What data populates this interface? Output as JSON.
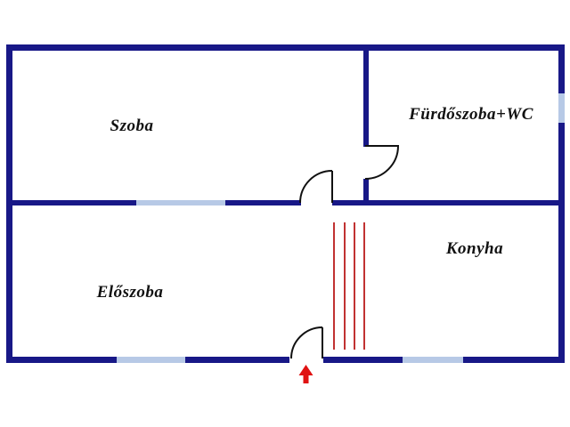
{
  "floorplan": {
    "rooms": [
      {
        "label": "Szoba"
      },
      {
        "label": "Fürdőszoba+WC"
      },
      {
        "label": "Konyha"
      },
      {
        "label": "Előszoba"
      }
    ],
    "features": {
      "doors_count": 3,
      "windows_count": 4,
      "divider_lines_count": 4
    },
    "icons": {
      "entrance_arrow": "up-arrow-icon"
    },
    "colors": {
      "wall": "#181887",
      "window": "#b7c9e6",
      "door_line": "#111111",
      "divider_line": "#c13232",
      "entrance_arrow": "#e01212",
      "background": "#ffffff",
      "text": "#111111"
    }
  }
}
